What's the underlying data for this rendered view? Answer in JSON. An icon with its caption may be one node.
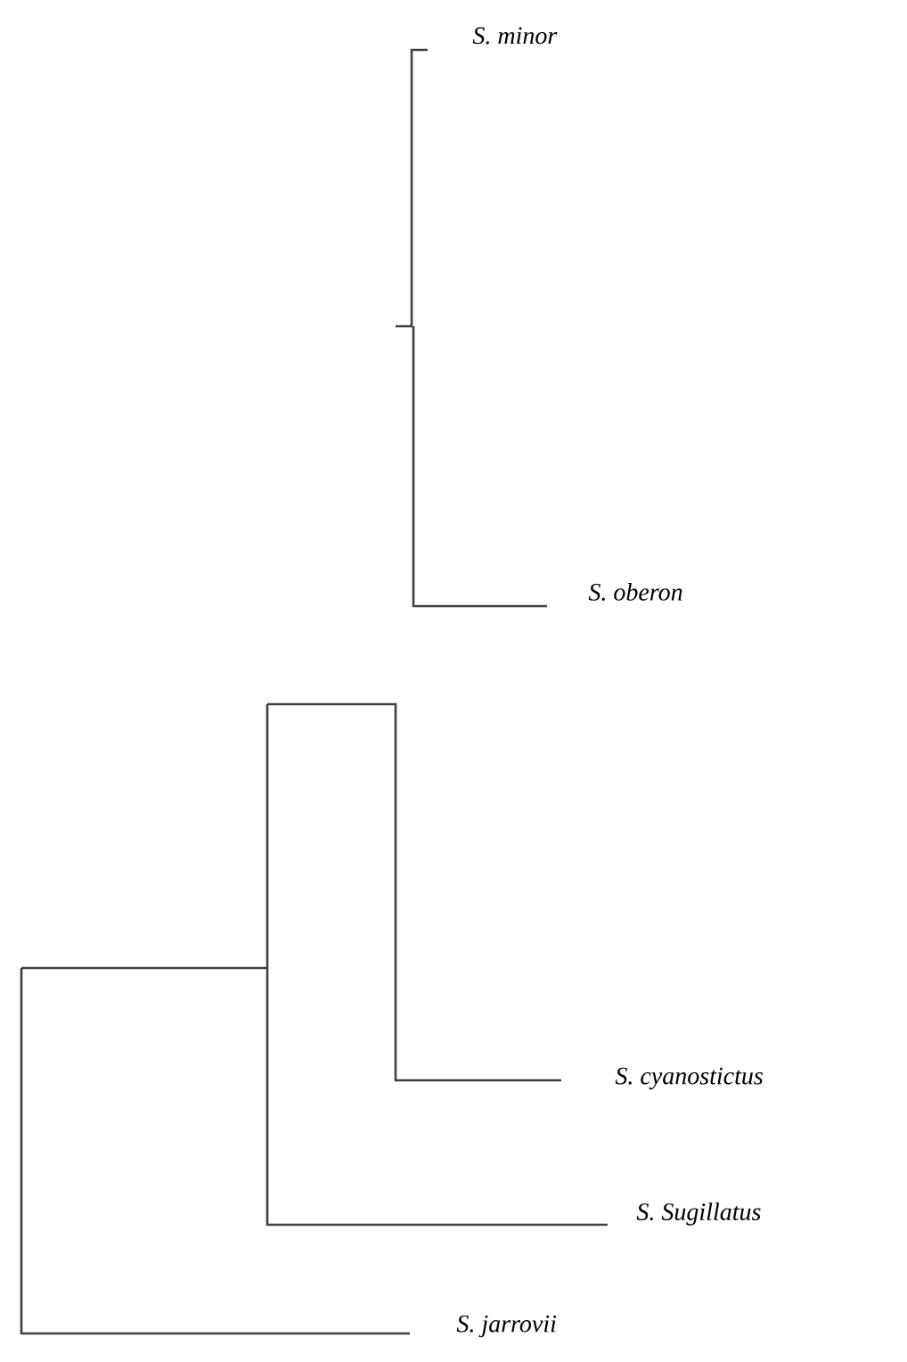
{
  "diagram": {
    "labels": [
      "S. minor",
      "S. oberon",
      "S. cyanostictus",
      "S. Sugillatus",
      "S. jarrovii"
    ]
  }
}
